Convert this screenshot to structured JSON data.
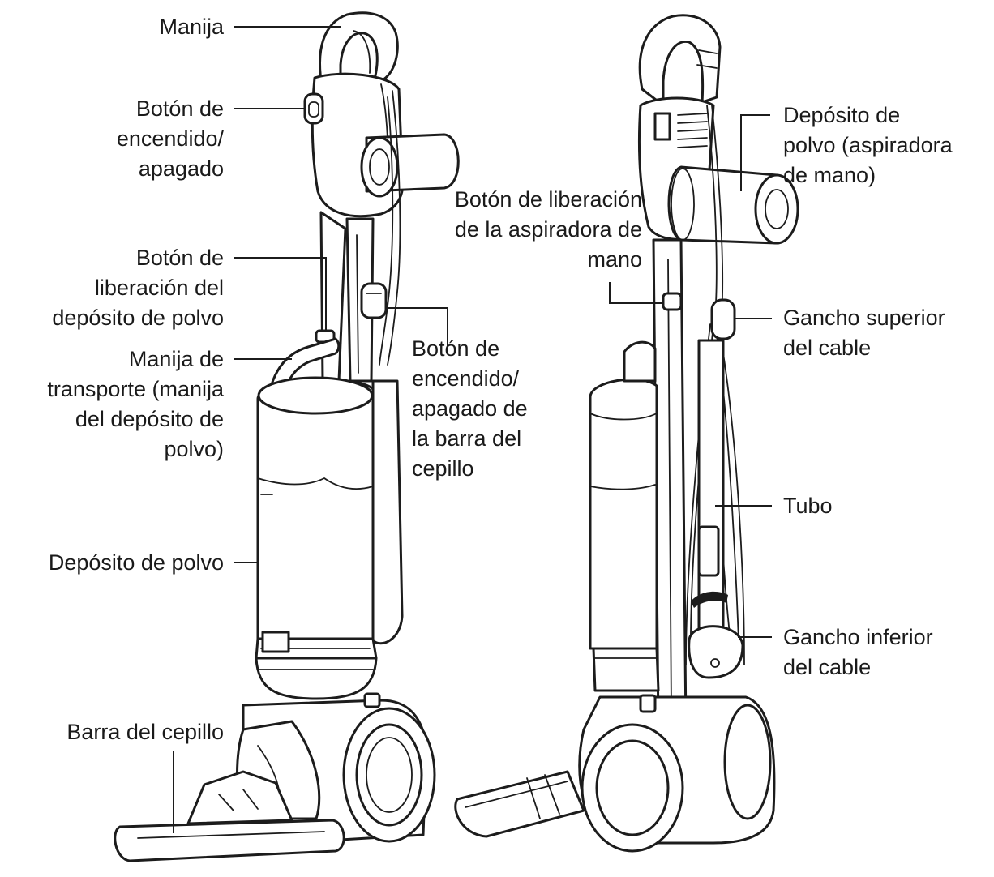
{
  "diagram": {
    "labels": {
      "manija": "Manija",
      "boton_encendido": "Botón de\nencendido/\napagado",
      "boton_liberacion_deposito": "Botón de\nliberación del\ndepósito de polvo",
      "manija_transporte": "Manija de\ntransporte (manija\ndel depósito de\npolvo)",
      "deposito_polvo": "Depósito de polvo",
      "barra_cepillo": "Barra del cepillo",
      "boton_liberacion_mano": "Botón de liberación\nde la aspiradora de\nmano",
      "boton_encendido_barra": "Botón de\nencendido/\napagado de\nla barra del\ncepillo",
      "deposito_mano": "Depósito de\npolvo (aspiradora\nde mano)",
      "gancho_superior": "Gancho superior\ndel cable",
      "tubo": "Tubo",
      "gancho_inferior": "Gancho inferior\ndel cable"
    },
    "colors": {
      "line": "#1c1c1c",
      "background": "#ffffff"
    }
  }
}
